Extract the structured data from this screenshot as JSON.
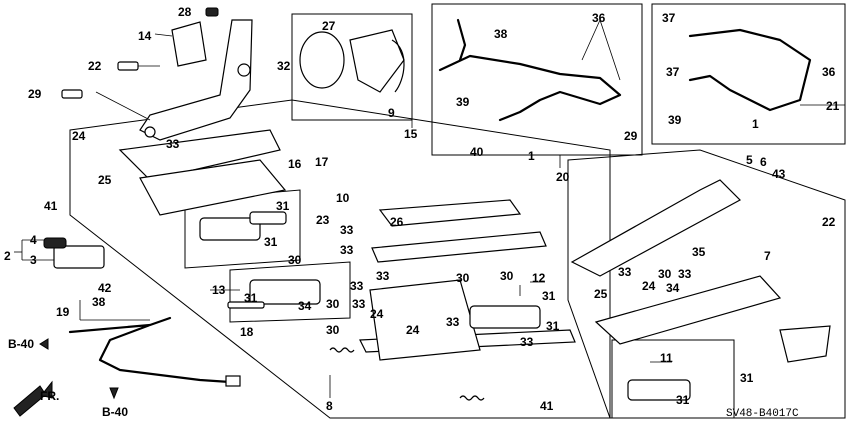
{
  "diagram_code": "SV48-B4017C",
  "front_arrow_label": "FR.",
  "ref_labels": [
    "B-40",
    "B-40"
  ],
  "part_numbers": {
    "p1a": "1",
    "p1b": "1",
    "p2": "2",
    "p3": "3",
    "p4": "4",
    "p5": "5",
    "p6": "6",
    "p7": "7",
    "p8": "8",
    "p9": "9",
    "p10": "10",
    "p11": "11",
    "p12": "12",
    "p13": "13",
    "p14": "14",
    "p15": "15",
    "p16": "16",
    "p17": "17",
    "p18": "18",
    "p19": "19",
    "p20": "20",
    "p21": "21",
    "p22a": "22",
    "p22b": "22",
    "p23": "23",
    "p24a": "24",
    "p24b": "24",
    "p24c": "24",
    "p24d": "24",
    "p25a": "25",
    "p25b": "25",
    "p26": "26",
    "p27": "27",
    "p28": "28",
    "p29a": "29",
    "p29b": "29",
    "p30a": "30",
    "p30b": "30",
    "p30c": "30",
    "p30d": "30",
    "p30e": "30",
    "p30f": "30",
    "p31a": "31",
    "p31b": "31",
    "p31c": "31",
    "p31d": "31",
    "p31e": "31",
    "p31f": "31",
    "p32": "32",
    "p33a": "33",
    "p33b": "33",
    "p33c": "33",
    "p33d": "33",
    "p33e": "33",
    "p33f": "33",
    "p33g": "33",
    "p33h": "33",
    "p33i": "33",
    "p33j": "33",
    "p34a": "34",
    "p34b": "34",
    "p35": "35",
    "p36a": "36",
    "p36b": "36",
    "p37a": "37",
    "p37b": "37",
    "p38a": "38",
    "p38b": "38",
    "p39a": "39",
    "p39b": "39",
    "p40": "40",
    "p41a": "41",
    "p41b": "41",
    "p42": "42",
    "p43": "43"
  }
}
